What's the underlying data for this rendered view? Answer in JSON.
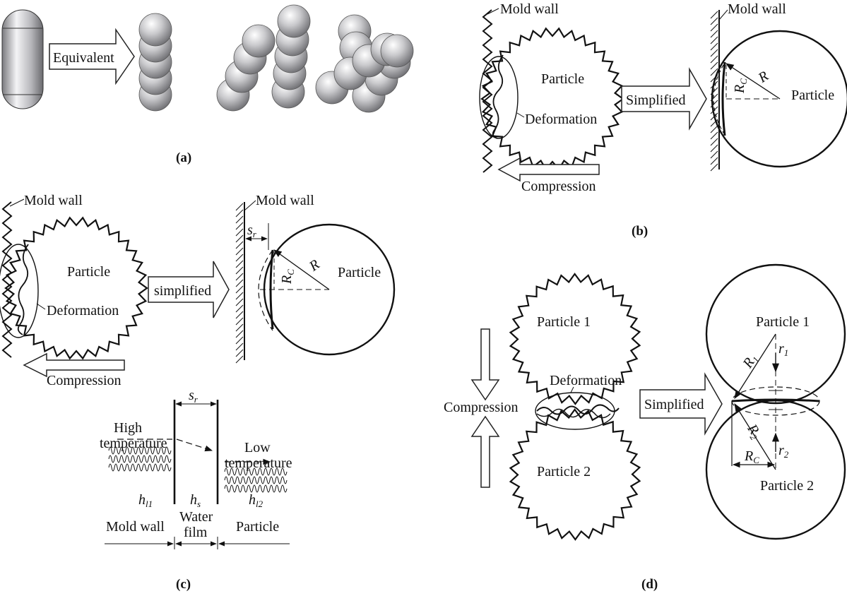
{
  "panel_a": {
    "caption": "(a)",
    "arrow_label": "Equivalent"
  },
  "panel_b": {
    "caption": "(b)",
    "mold_wall_left": "Mold wall",
    "mold_wall_right": "Mold wall",
    "particle_left": "Particle",
    "particle_right": "Particle",
    "deformation": "Deformation",
    "simplified": "Simplified",
    "compression": "Compression",
    "R": "R",
    "Rc_main": "R",
    "Rc_sub": "C"
  },
  "panel_c": {
    "caption": "(c)",
    "mold_wall_left": "Mold wall",
    "mold_wall_right": "Mold wall",
    "particle_left": "Particle",
    "particle_right": "Particle",
    "deformation": "Deformation",
    "simplified": "simplified",
    "compression": "Compression",
    "R": "R",
    "Rc_main": "R",
    "Rc_sub": "C",
    "sr_main": "s",
    "sr_sub": "r",
    "sr2_main": "s",
    "sr2_sub": "r",
    "high_temp_1": "High",
    "high_temp_2": "temperature",
    "low_temp_1": "Low",
    "low_temp_2": "temperature",
    "hl1_main": "h",
    "hl1_sub": "l1",
    "hs_main": "h",
    "hs_sub": "s",
    "hl2_main": "h",
    "hl2_sub": "l2",
    "mold_wall_bottom": "Mold wall",
    "water_film_1": "Water",
    "water_film_2": "film",
    "particle_bottom": "Particle"
  },
  "panel_d": {
    "caption": "(d)",
    "particle1_left": "Particle 1",
    "particle2_left": "Particle 2",
    "particle1_right": "Particle 1",
    "particle2_right": "Particle 2",
    "deformation": "Deformation",
    "compression": "Compression",
    "simplified": "Simplified",
    "R1_main": "R",
    "R1_sub": "1",
    "R2_main": "R",
    "R2_sub": "2",
    "r1_main": "r",
    "r1_sub": "1",
    "r2_main": "r",
    "r2_sub": "2",
    "Rc_main": "R",
    "Rc_sub": "C"
  }
}
